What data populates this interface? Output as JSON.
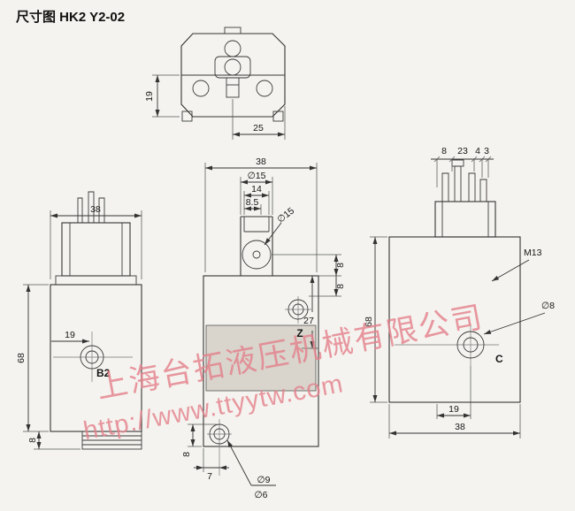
{
  "title": "尺寸图 HK2 Y2-02",
  "watermark": {
    "company": "上海台拓液压机械有限公司",
    "url": "http://www.ttyytw.com"
  },
  "top_view": {
    "dim_height": "19",
    "dim_width": "25"
  },
  "left_view": {
    "dim_width": "38",
    "dim_port_x": "19",
    "dim_height": "68",
    "dim_base": "8",
    "port_label": "B2"
  },
  "front_view": {
    "dim_width": "38",
    "dim_stem_outer": "∅15",
    "dim_stem_mid": "14",
    "dim_stem_inner": "8.5",
    "stem_leader": "∅15",
    "dim_top_a": "8",
    "dim_top_b": "8",
    "dim_z": "27",
    "port_label": "Z",
    "dim_bottom_left": "8",
    "dim_port_x": "7",
    "hole_outer": "∅9",
    "hole_inner": "∅6"
  },
  "right_view": {
    "dim_a": "8",
    "dim_b": "23",
    "dim_c": "4",
    "dim_d": "3",
    "dim_height": "68",
    "thread_label": "M13",
    "port_dia": "∅8",
    "port_label": "C",
    "dim_port_x": "19",
    "dim_width": "38"
  }
}
